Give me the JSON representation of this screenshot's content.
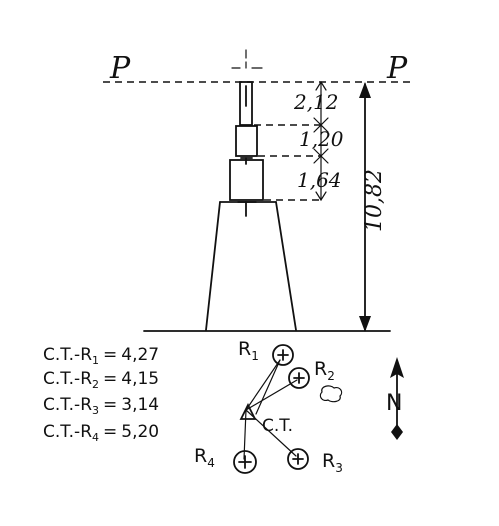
{
  "plane_labels": {
    "left": "P",
    "right": "P"
  },
  "dimensions": {
    "segments": [
      "2,12",
      "1,20",
      "1,64"
    ],
    "total": "10,82"
  },
  "distance_table": [
    {
      "from": "C.T.",
      "sep": "-",
      "to": "R",
      "sub": "1",
      "eq": "=",
      "value": "4,27"
    },
    {
      "from": "C.T.",
      "sep": "-",
      "to": "R",
      "sub": "2",
      "eq": "=",
      "value": "4,15"
    },
    {
      "from": "C.T.",
      "sep": "-",
      "to": "R",
      "sub": "3",
      "eq": "=",
      "value": "3,14"
    },
    {
      "from": "C.T.",
      "sep": "-",
      "to": "R",
      "sub": "4",
      "eq": "=",
      "value": "5,20"
    }
  ],
  "site_plan": {
    "center_label": "C.T.",
    "rods": [
      {
        "letter": "R",
        "sub": "1"
      },
      {
        "letter": "R",
        "sub": "2"
      },
      {
        "letter": "R",
        "sub": "3"
      },
      {
        "letter": "R",
        "sub": "4"
      }
    ],
    "north_label": "N"
  },
  "colors": {
    "ink": "#111111",
    "paper": "#ffffff"
  }
}
